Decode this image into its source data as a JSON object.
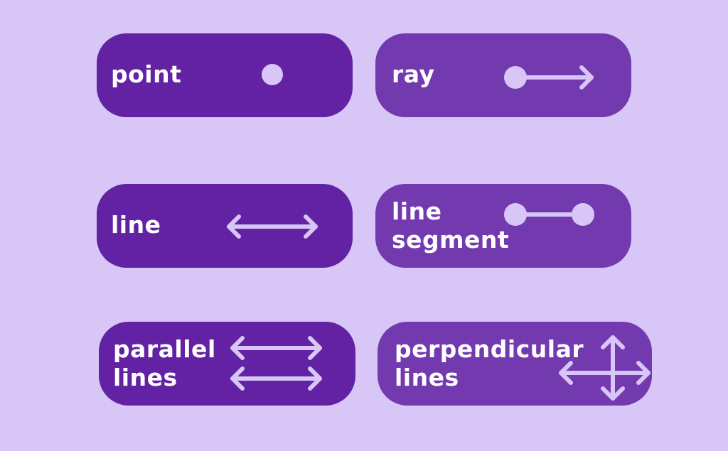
{
  "cards": [
    {
      "label_lines": [
        "point"
      ],
      "icon": "point-icon"
    },
    {
      "label_lines": [
        "ray"
      ],
      "icon": "ray-icon"
    },
    {
      "label_lines": [
        "line"
      ],
      "icon": "line-icon"
    },
    {
      "label_lines": [
        "line",
        "segment"
      ],
      "icon": "line-segment-icon"
    },
    {
      "label_lines": [
        "parallel",
        "lines"
      ],
      "icon": "parallel-lines-icon"
    },
    {
      "label_lines": [
        "perpendicular",
        "lines"
      ],
      "icon": "perpendicular-lines-icon"
    }
  ],
  "colors": {
    "background": "#d7c6f6",
    "card_dark": "#6222a3",
    "card_light": "#733ab0",
    "icon": "#d7c6f6",
    "text": "#ffffff"
  }
}
